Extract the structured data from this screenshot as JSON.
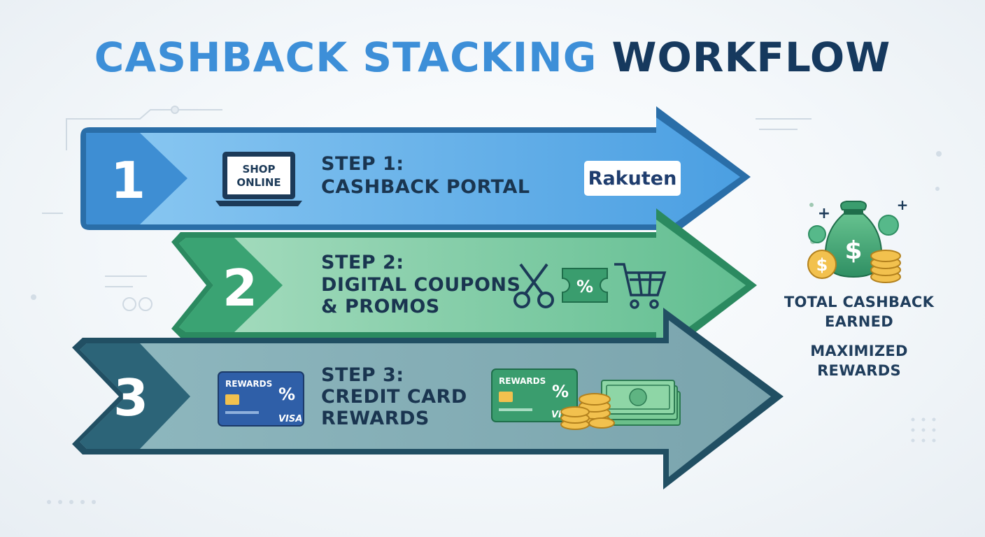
{
  "title": {
    "part1": "CASHBACK STACKING",
    "part2": "WORKFLOW"
  },
  "steps": [
    {
      "number": "1",
      "line1": "STEP 1:",
      "line2": "CASHBACK PORTAL",
      "line3": "",
      "laptop_line1": "SHOP",
      "laptop_line2": "ONLINE",
      "brand": "Rakuten"
    },
    {
      "number": "2",
      "line1": "STEP 2:",
      "line2": "DIGITAL COUPONS",
      "line3": "& PROMOS",
      "coupon_symbol": "%"
    },
    {
      "number": "3",
      "line1": "STEP 3:",
      "line2": "CREDIT CARD",
      "line3": "REWARDS",
      "card1_label": "REWARDS",
      "card1_symbol": "%",
      "card1_brand": "VISA",
      "card2_label": "REWARDS",
      "card2_symbol": "%",
      "card2_brand": "VI"
    }
  ],
  "summary": {
    "line1": "TOTAL CASHBACK",
    "line2": "EARNED",
    "line3": "MAXIMIZED",
    "line4": "REWARDS",
    "bag_symbol": "$",
    "coin_symbol": "$"
  },
  "colors": {
    "title_light": "#3d8fd8",
    "title_dark": "#16395e",
    "step1": "#4a9fe0",
    "step2": "#56b98a",
    "step3": "#2c6478",
    "text_dark": "#1a3550"
  },
  "icons": [
    "laptop-icon",
    "scissors-icon",
    "coupon-icon",
    "cart-icon",
    "credit-card-icon",
    "cash-icon",
    "coin-stack-icon",
    "money-bag-icon"
  ]
}
